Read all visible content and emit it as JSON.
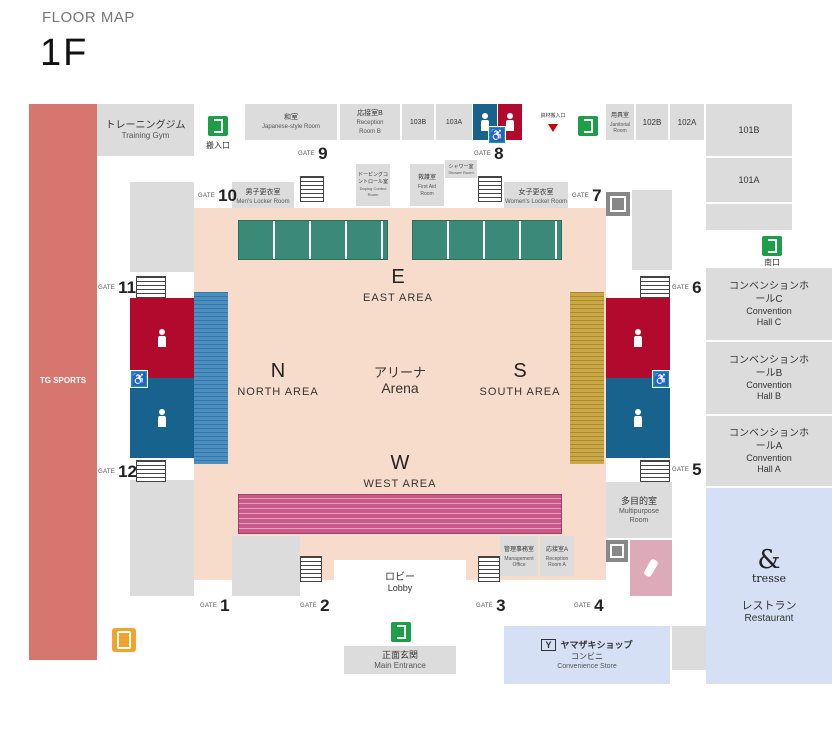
{
  "header": {
    "subtitle": "FLOOR MAP",
    "floor": "1F"
  },
  "side_band": {
    "label": "TG SPORTS",
    "color": "#d6766f"
  },
  "arena": {
    "jp": "アリーナ",
    "en": "Arena",
    "areas": {
      "east": {
        "letter": "E",
        "name": "EAST AREA"
      },
      "north": {
        "letter": "N",
        "name": "NORTH AREA"
      },
      "south": {
        "letter": "S",
        "name": "SOUTH AREA"
      },
      "west": {
        "letter": "W",
        "name": "WEST AREA"
      }
    }
  },
  "rooms": {
    "training_gym": {
      "jp": "トレーニングジム",
      "en": "Training Gym"
    },
    "japanese_room": {
      "jp": "和室",
      "en": "Japanese-style Room"
    },
    "reception_b": {
      "jp": "応接室B",
      "en": "Reception Room B"
    },
    "r103b": "103B",
    "r103a": "103A",
    "ent_jp": "搬入口",
    "material_entrance": "資材搬入口",
    "equipment_room": {
      "jp": "用具室",
      "en": "Janitorial Room"
    },
    "r102b": "102B",
    "r102a": "102A",
    "r101b": "101B",
    "r101a": "101A",
    "south_exit": "南口",
    "doping": {
      "jp": "ドーピングコントロール室",
      "en": "Doping Control Room"
    },
    "first_aid": {
      "jp": "救護室",
      "en": "First Aid Room"
    },
    "shower": {
      "jp": "シャワー室",
      "en": "Shower Room"
    },
    "mens_locker": {
      "jp": "男子更衣室",
      "en": "Men's Locker Room"
    },
    "womens_locker": {
      "jp": "女子更衣室",
      "en": "Women's Locker Room"
    },
    "hall_c": {
      "jp": "コンベンションホールC",
      "en1": "Convention",
      "en2": "Hall C"
    },
    "hall_b": {
      "jp": "コンベンションホールB",
      "en1": "Convention",
      "en2": "Hall B"
    },
    "hall_a": {
      "jp": "コンベンションホールA",
      "en1": "Convention",
      "en2": "Hall A"
    },
    "multipurpose": {
      "jp": "多目的室",
      "en": "Multipurpose Room"
    },
    "management": {
      "jp": "管理事務室",
      "en": "Management Office"
    },
    "reception_a": {
      "jp": "応接室A",
      "en": "Reception Room A"
    },
    "lobby": {
      "jp": "ロビー",
      "en": "Lobby"
    },
    "main_entrance": {
      "jp": "正面玄関",
      "en": "Main Entrance"
    },
    "conv_store": {
      "name": "ヤマザキショップ",
      "jp": "コンビニ",
      "en": "Convenience Store",
      "logo": "Y"
    },
    "restaurant": {
      "brand": "tresse",
      "jp": "レストラン",
      "en": "Restaurant"
    }
  },
  "gate_word": "GATE",
  "gates": {
    "g1": "1",
    "g2": "2",
    "g3": "3",
    "g4": "4",
    "g5": "5",
    "g6": "6",
    "g7": "7",
    "g8": "8",
    "g9": "9",
    "g10": "10",
    "g11": "11",
    "g12": "12"
  },
  "colors": {
    "arena_floor": "#f8dccb",
    "male": "#17638e",
    "female": "#b10a2c",
    "room": "#dcdcdc",
    "east_seats": "#3a8a77",
    "north_seats": "#4b8fc0",
    "south_seats": "#c9a845",
    "west_seats": "#c9598a",
    "convenience": "#d5e0f4",
    "restaurant": "#d5e0f4"
  }
}
